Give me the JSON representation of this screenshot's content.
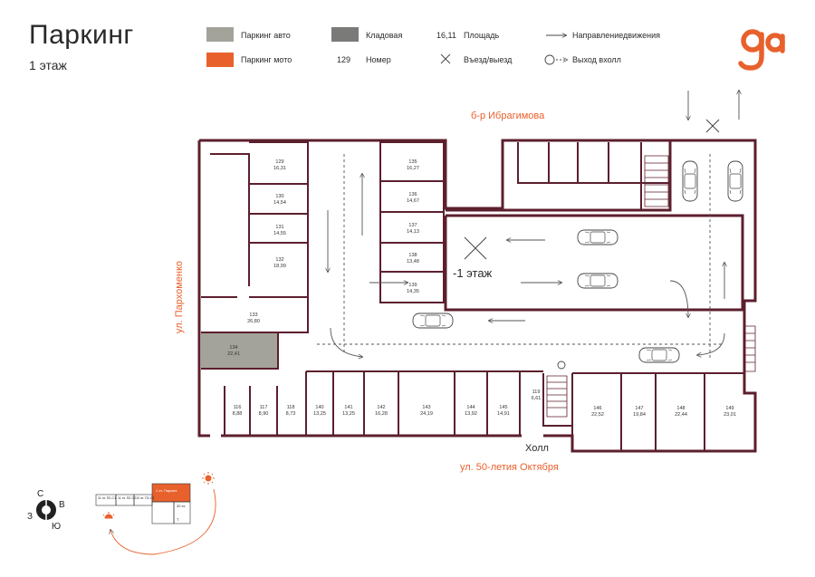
{
  "header": {
    "title": "Паркинг",
    "floor": "1 этаж"
  },
  "legend": {
    "car_parking": "Паркинг авто",
    "moto_parking": "Паркинг мото",
    "storage": "Кладовая",
    "area_sample": "16,11",
    "area_label": "Площадь",
    "number_sample": "129",
    "number_label": "Номер",
    "entry_label": "Въезд/выезд",
    "direction_label": "Направлениедвижения",
    "exit_label": "Выход вхолл"
  },
  "colors": {
    "car": "#a3a39b",
    "moto": "#e8612c",
    "storage": "#7a7a79",
    "wall": "#5c1f2e",
    "accent": "#e8612c"
  },
  "streets": {
    "top": "б-р Ибрагимова",
    "left": "ул. Пархоменко",
    "bottom": "ул. 50-летия Октября"
  },
  "labels": {
    "lower_floor": "-1 этаж",
    "hall": "Холл"
  },
  "logo_text": "ga",
  "compass": {
    "n": "С",
    "e": "В",
    "s": "Ю",
    "w": "З"
  },
  "keymap": {
    "cells": [
      "11 эт. П2-С1",
      "11 эт. П2-С2",
      "10 эт. П2-С3"
    ],
    "moto_cell": "1 эт. Паркинг",
    "bottom_cells": [
      "32 эт.",
      "Т"
    ]
  },
  "spaces": [
    {
      "num": "129",
      "area": "16,31"
    },
    {
      "num": "130",
      "area": "14,54"
    },
    {
      "num": "131",
      "area": "14,55"
    },
    {
      "num": "132",
      "area": "18,99"
    },
    {
      "num": "133",
      "area": "26,80"
    },
    {
      "num": "134",
      "area": "22,41"
    },
    {
      "num": "135",
      "area": "16,27"
    },
    {
      "num": "136",
      "area": "14,67"
    },
    {
      "num": "137",
      "area": "14,13"
    },
    {
      "num": "138",
      "area": "13,48"
    },
    {
      "num": "139",
      "area": "14,35"
    },
    {
      "num": "116",
      "area": "8,88"
    },
    {
      "num": "117",
      "area": "8,90"
    },
    {
      "num": "118",
      "area": "8,73"
    },
    {
      "num": "140",
      "area": "13,25"
    },
    {
      "num": "141",
      "area": "13,25"
    },
    {
      "num": "142",
      "area": "16,28"
    },
    {
      "num": "143",
      "area": "24,19"
    },
    {
      "num": "144",
      "area": "13,92"
    },
    {
      "num": "145",
      "area": "14,91"
    },
    {
      "num": "119",
      "area": "6,61"
    },
    {
      "num": "146",
      "area": "22,52"
    },
    {
      "num": "147",
      "area": "19,84"
    },
    {
      "num": "148",
      "area": "22,44"
    },
    {
      "num": "149",
      "area": "23,01"
    }
  ]
}
